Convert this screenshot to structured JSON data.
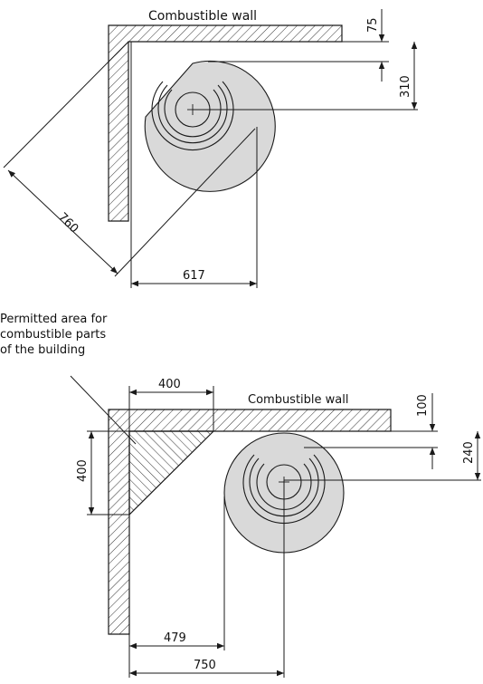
{
  "top_diagram": {
    "wall_label": "Combustible wall",
    "dim_wall_clearance": "75",
    "dim_center_offset": "310",
    "dim_diagonal": "760",
    "dim_side": "617"
  },
  "bottom_diagram": {
    "area_note": "Permitted area for\ncombustible parts\nof the building",
    "wall_label": "Combustible wall",
    "dim_area_width": "400",
    "dim_area_height": "400",
    "dim_wall_clearance": "100",
    "dim_center_offset": "240",
    "dim_stove_edge": "479",
    "dim_stove_center": "750"
  },
  "colors": {
    "stove_fill": "#d9d9d9",
    "line": "#1a1a1a",
    "hatch": "#333333"
  }
}
